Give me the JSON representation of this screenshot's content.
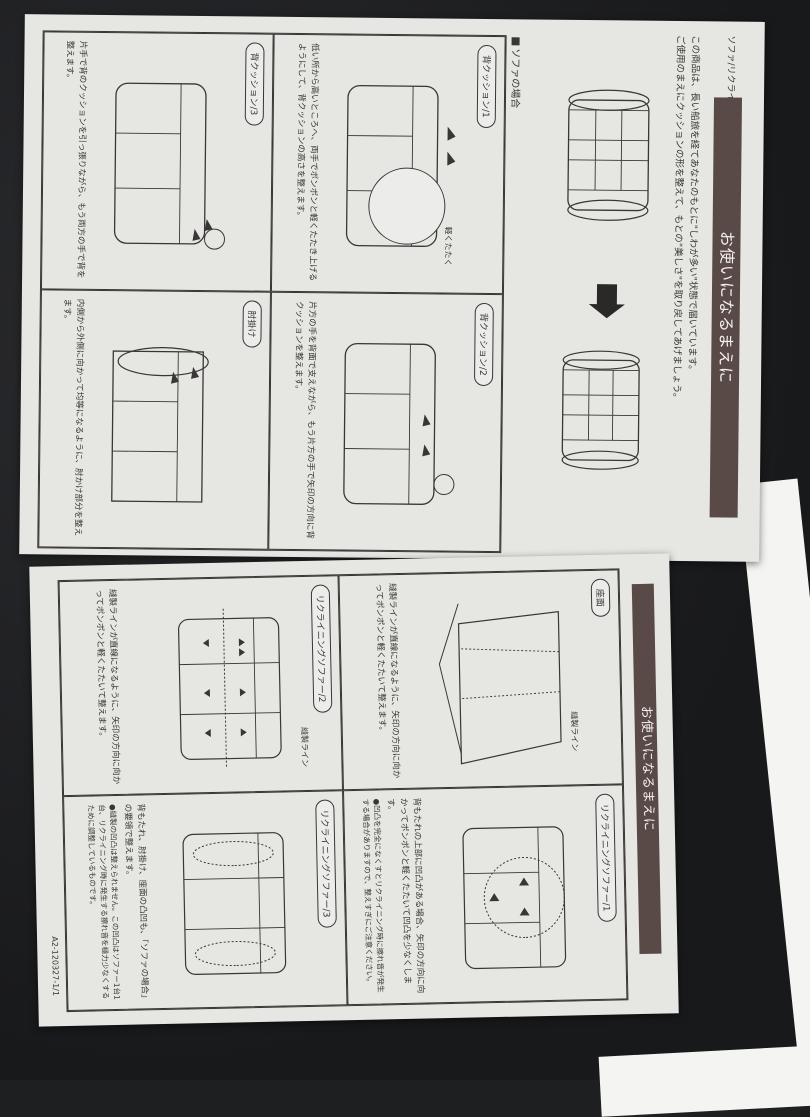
{
  "sheet1": {
    "doc_header": "ソファ/リクライニングソファ(別紙)",
    "title": "お使いになるまえに",
    "intro": [
      "この商品は、長い船旅を経てあなたのもとに\"しわが多い\"状態で届いています。",
      "ご使用のまえにクッションの形を整えて、もとの\"美しさ\"を取り戻してあげましょう。"
    ],
    "section_label": "ソファの場合",
    "cells": [
      {
        "label": "背クッション/1",
        "text": "低い所から高いところへ、両手でポンポンと軽くたたき上げるようにして、背クッションの高さを整えます。",
        "callout": "軽くたたく"
      },
      {
        "label": "背クッション/2",
        "text": "片方の手を背面で支えながら、もう片方の手で矢印の方向に背クッションを整えます。"
      },
      {
        "label": "背クッション/3",
        "text": "片手で背のクッションを引っ張りながら、もう両方の手で背を整えます。"
      },
      {
        "label": "肘掛け",
        "text": "内側から外側に向かって均等になるように、肘かけ部分を整えます。"
      }
    ]
  },
  "sheet2": {
    "title": "お使いになるまえに",
    "cells": [
      {
        "label": "座面",
        "callout": "縫製ライン",
        "text": "縫製ラインが直線になるように、矢印の方向に向かってポンポンと軽くたたいて整えます。"
      },
      {
        "label": "リクライニングソファー/1",
        "text": "背もたれの上部に凹凸がある場合、矢印の方向に向かってポンポンと軽くたたいて凹凸を少なくします。",
        "note": "●凹凸を完全になくすとリクライニング時に擦れ音が発生する場合がありますので、整えすぎにご注意ください。"
      },
      {
        "label": "リクライニングソファー/2",
        "callout": "縫製ライン",
        "text": "縫製ラインが直線になるように、矢印の方向に向かってポンポンと軽くたたいて整えます。"
      },
      {
        "label": "リクライニングソファー/3",
        "text": "背もたれ、肘掛け、座面の凸凹も、「ソファの場合」の要領で整えます。",
        "note": "●縫製の凹凸は整えられません。この凹凸はソファー1台1台、リクライニング時に発生する擦れ音を極力少なくするために調整しているものです。"
      }
    ],
    "doc_code": "A2-120327-1/1"
  },
  "colors": {
    "background": "#1e1f21",
    "paper": "#e6e6e2",
    "ink": "#3a3636",
    "title_bar": "#5a4a47"
  }
}
